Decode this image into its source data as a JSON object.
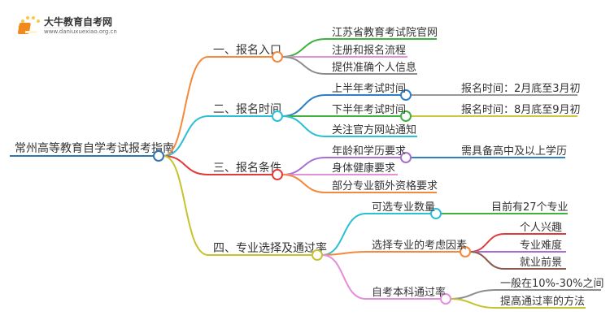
{
  "logo": {
    "title": "大牛教育自考网",
    "url": "www.daniuxuexiao.org.cn"
  },
  "root": {
    "label": "常州高等教育自学考试报考指南",
    "color": "#2e75b6"
  },
  "branches": [
    {
      "label": "一、报名入口",
      "color": "#f5893a",
      "children": [
        {
          "label": "江苏省教育考试院官网",
          "color": "#3db33d"
        },
        {
          "label": "注册和报名流程",
          "color": "#e58fd6"
        },
        {
          "label": "提供准确个人信息",
          "color": "#8c8c8c"
        }
      ]
    },
    {
      "label": "二、报名时间",
      "color": "#2bbfd6",
      "children": [
        {
          "label": "上半年考试时间",
          "color": "#2e7fc4",
          "detail": {
            "label": "报名时间：2月底至3月初",
            "color": "#999999"
          }
        },
        {
          "label": "下半年考试时间",
          "color": "#3db33d",
          "detail": {
            "label": "报名时间：8月底至9月初",
            "color": "#c9c93a"
          }
        },
        {
          "label": "关注官方网站通知",
          "color": "#2bbfd6"
        }
      ]
    },
    {
      "label": "三、报名条件",
      "color": "#e03a3a",
      "children": [
        {
          "label": "年龄和学历要求",
          "color": "#a66fd1",
          "detail": {
            "label": "需具备高中及以上学历",
            "color": "#2e7fc4"
          }
        },
        {
          "label": "身体健康要求",
          "color": "#e58fd6"
        },
        {
          "label": "部分专业额外资格要求",
          "color": "#f5893a"
        }
      ]
    },
    {
      "label": "四、专业选择及通过率",
      "color": "#c5c42f",
      "children": [
        {
          "label": "可选专业数量",
          "color": "#2bbfd6",
          "detail": {
            "label": "目前有27个专业",
            "color": "#3db33d"
          }
        },
        {
          "label": "选择专业的考虑因素",
          "color": "#f5893a",
          "children": [
            {
              "label": "个人兴趣",
              "color": "#e03a3a"
            },
            {
              "label": "专业难度",
              "color": "#a66fd1"
            },
            {
              "label": "就业前景",
              "color": "#8b5a4a"
            }
          ]
        },
        {
          "label": "自考本科通过率",
          "color": "#e58fd6",
          "children": [
            {
              "label": "一般在10%-30%之间",
              "color": "#8c8c8c"
            },
            {
              "label": "提高通过率的方法",
              "color": "#c5c42f"
            }
          ]
        }
      ]
    }
  ]
}
